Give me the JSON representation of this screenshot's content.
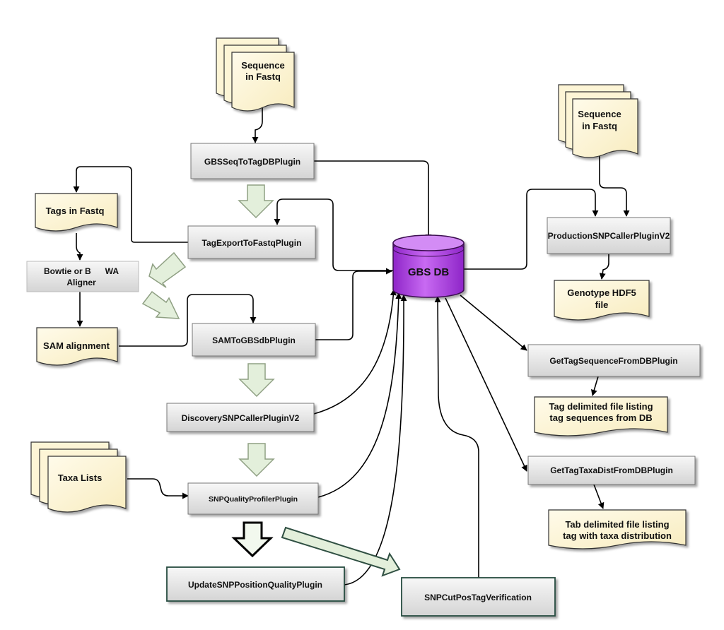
{
  "plugins": {
    "gbs_seq_to_tag_db": "GBSSeqToTagDBPlugin",
    "tag_export_to_fastq": "TagExportToFastqPlugin",
    "sam_to_gbs_db": "SAMToGBSdbPlugin",
    "discovery_snp_caller": "DiscoverySNPCallerPluginV2",
    "snp_quality_profiler": "SNPQualityProfilerPlugin",
    "update_snp_position_quality": "UpdateSNPPositionQualityPlugin",
    "snp_cut_pos_tag_verification": "SNPCutPosTagVerification",
    "production_snp_caller": "ProductionSNPCallerPluginV2",
    "get_tag_sequence": "GetTagSequenceFromDBPlugin",
    "get_tag_taxa_dist": "GetTagTaxaDistFromDBPlugin",
    "aligner_line1": "Bowtie or B      WA",
    "aligner_line2": "Aligner"
  },
  "documents": {
    "sequence_fastq_1_line1": "Sequence",
    "sequence_fastq_1_line2": "in Fastq",
    "sequence_fastq_2_line1": "Sequence",
    "sequence_fastq_2_line2": "in Fastq",
    "tags_in_fastq": "Tags in Fastq",
    "sam_alignment": "SAM alignment",
    "taxa_lists": "Taxa Lists",
    "genotype_hdf5_line1": "Genotype HDF5",
    "genotype_hdf5_line2": "file",
    "tag_delimited_line1": "Tag delimited file listing",
    "tag_delimited_line2": "tag sequences from DB",
    "tab_delimited_line1": "Tab delimited file listing",
    "tab_delimited_line2": "tag with taxa distribution"
  },
  "database": {
    "label": "GBS DB",
    "color": "#b14ee8"
  },
  "colors": {
    "doc_fill": "#fdf5d6",
    "box_fill": "#e2e2e2",
    "flow_arrow_fill": "#e3efdb",
    "flow_arrow_stroke": "#8fa083",
    "dark_box_border": "#274c40"
  }
}
